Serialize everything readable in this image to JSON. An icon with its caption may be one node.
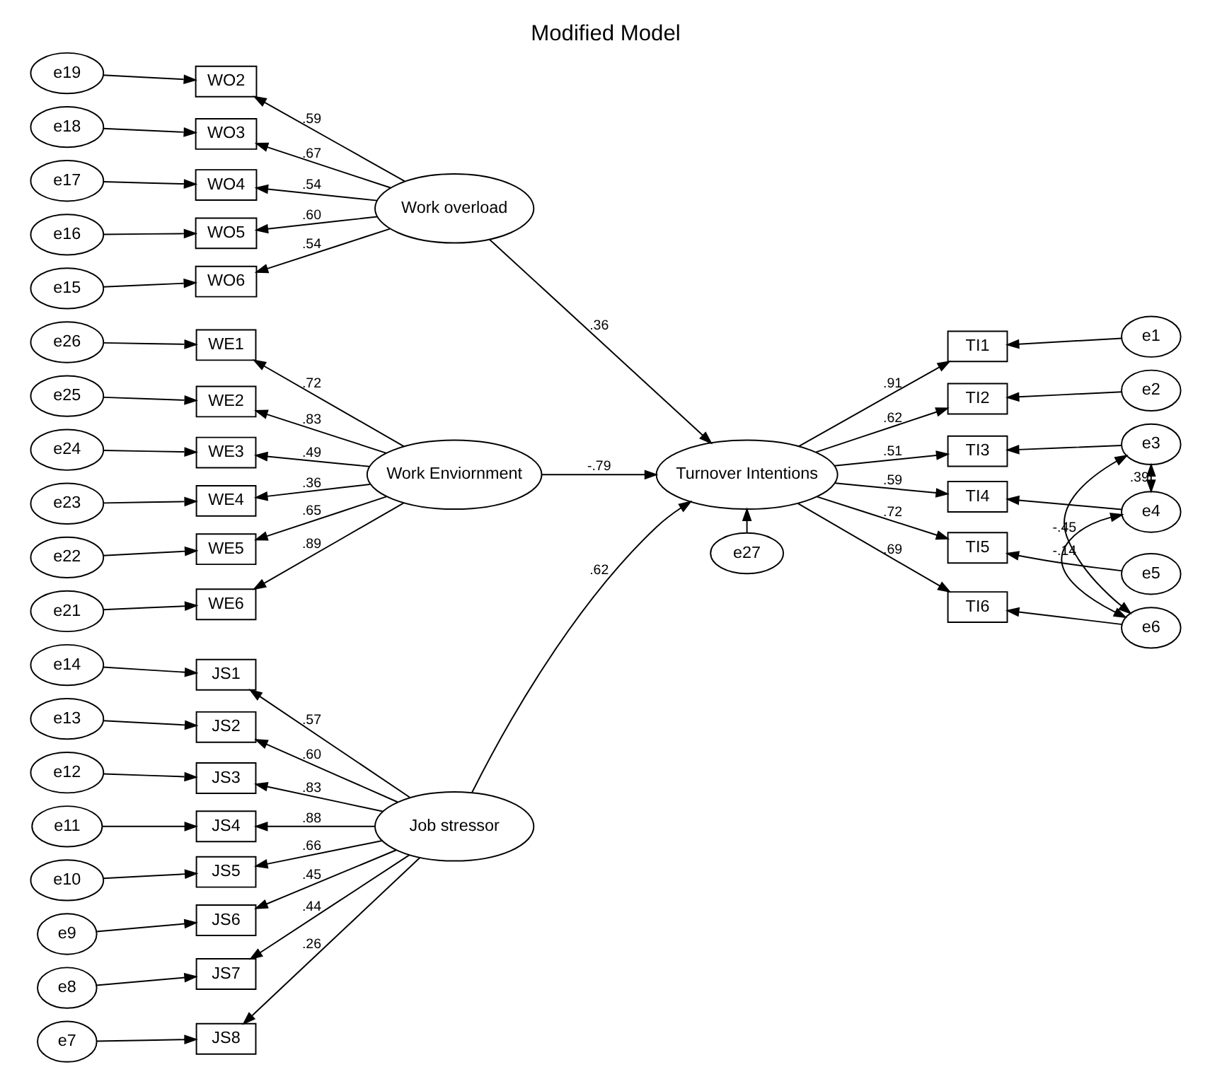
{
  "diagram": {
    "title": "Modified Model",
    "nodes": [
      {
        "text": [
          "Job stressor"
        ]
      },
      {
        "text": [
          "Work overload"
        ]
      },
      {
        "text": [
          "Work Enviornment"
        ]
      },
      {
        "text": [
          "Turnover Intentions"
        ]
      },
      {
        "text": [
          "e27"
        ]
      },
      {
        "text": [
          "JS1"
        ]
      },
      {
        "text": [
          "JS2"
        ]
      },
      {
        "text": [
          "JS3"
        ]
      },
      {
        "text": [
          "JS4"
        ]
      },
      {
        "text": [
          "JS5"
        ]
      },
      {
        "text": [
          "JS6"
        ]
      },
      {
        "text": [
          "JS7"
        ]
      },
      {
        "text": [
          "JS8"
        ]
      },
      {
        "text": [
          "e14"
        ]
      },
      {
        "text": [
          "e13"
        ]
      },
      {
        "text": [
          "e12"
        ]
      },
      {
        "text": [
          "e11"
        ]
      },
      {
        "text": [
          "e10"
        ]
      },
      {
        "text": [
          "e9"
        ]
      },
      {
        "text": [
          "e8"
        ]
      },
      {
        "text": [
          "e7"
        ]
      },
      {
        "text": [
          "WO2"
        ]
      },
      {
        "text": [
          "WO3"
        ]
      },
      {
        "text": [
          "WO4"
        ]
      },
      {
        "text": [
          "WO5"
        ]
      },
      {
        "text": [
          "WO6"
        ]
      },
      {
        "text": [
          "e19"
        ]
      },
      {
        "text": [
          "e18"
        ]
      },
      {
        "text": [
          "e17"
        ]
      },
      {
        "text": [
          "e16"
        ]
      },
      {
        "text": [
          "e15"
        ]
      },
      {
        "text": [
          "WE1"
        ]
      },
      {
        "text": [
          "WE2"
        ]
      },
      {
        "text": [
          "WE3"
        ]
      },
      {
        "text": [
          "WE4"
        ]
      },
      {
        "text": [
          "WE5"
        ]
      },
      {
        "text": [
          "WE6"
        ]
      },
      {
        "text": [
          "e26"
        ]
      },
      {
        "text": [
          "e25"
        ]
      },
      {
        "text": [
          "e24"
        ]
      },
      {
        "text": [
          "e23"
        ]
      },
      {
        "text": [
          "e22"
        ]
      },
      {
        "text": [
          "e21"
        ]
      },
      {
        "text": [
          "TI1"
        ]
      },
      {
        "text": [
          "TI2"
        ]
      },
      {
        "text": [
          "TI3"
        ]
      },
      {
        "text": [
          "TI4"
        ]
      },
      {
        "text": [
          "TI5"
        ]
      },
      {
        "text": [
          "TI6"
        ]
      },
      {
        "text": [
          "e1"
        ]
      },
      {
        "text": [
          "e2"
        ]
      },
      {
        "text": [
          "e3"
        ]
      },
      {
        "text": [
          "e4"
        ]
      },
      {
        "text": [
          "e5"
        ]
      },
      {
        "text": [
          "e6"
        ]
      }
    ],
    "edges": [
      {
        "from": 0,
        "to": 5,
        "arrow": "to",
        "label": ".57"
      },
      {
        "from": 0,
        "to": 6,
        "arrow": "to",
        "label": ".60"
      },
      {
        "from": 0,
        "to": 7,
        "arrow": "to",
        "label": ".83"
      },
      {
        "from": 0,
        "to": 8,
        "arrow": "to",
        "label": ".88"
      },
      {
        "from": 0,
        "to": 9,
        "arrow": "to",
        "label": ".66"
      },
      {
        "from": 0,
        "to": 10,
        "arrow": "to",
        "label": ".45"
      },
      {
        "from": 0,
        "to": 11,
        "arrow": "to",
        "label": ".44"
      },
      {
        "from": 0,
        "to": 12,
        "arrow": "to",
        "label": ".26"
      },
      {
        "from": 13,
        "to": 5,
        "arrow": "to"
      },
      {
        "from": 14,
        "to": 6,
        "arrow": "to"
      },
      {
        "from": 15,
        "to": 7,
        "arrow": "to"
      },
      {
        "from": 16,
        "to": 8,
        "arrow": "to"
      },
      {
        "from": 17,
        "to": 9,
        "arrow": "to"
      },
      {
        "from": 18,
        "to": 10,
        "arrow": "to"
      },
      {
        "from": 19,
        "to": 11,
        "arrow": "to"
      },
      {
        "from": 20,
        "to": 12,
        "arrow": "to"
      },
      {
        "from": 1,
        "to": 21,
        "arrow": "to",
        "label": ".59"
      },
      {
        "from": 1,
        "to": 22,
        "arrow": "to",
        "label": ".67"
      },
      {
        "from": 1,
        "to": 23,
        "arrow": "to",
        "label": ".54"
      },
      {
        "from": 1,
        "to": 24,
        "arrow": "to",
        "label": ".60"
      },
      {
        "from": 1,
        "to": 25,
        "arrow": "to",
        "label": ".54"
      },
      {
        "from": 26,
        "to": 21,
        "arrow": "to"
      },
      {
        "from": 27,
        "to": 22,
        "arrow": "to"
      },
      {
        "from": 28,
        "to": 23,
        "arrow": "to"
      },
      {
        "from": 29,
        "to": 24,
        "arrow": "to"
      },
      {
        "from": 30,
        "to": 25,
        "arrow": "to"
      },
      {
        "from": 2,
        "to": 31,
        "arrow": "to",
        "label": ".72"
      },
      {
        "from": 2,
        "to": 32,
        "arrow": "to",
        "label": ".83"
      },
      {
        "from": 2,
        "to": 33,
        "arrow": "to",
        "label": ".49"
      },
      {
        "from": 2,
        "to": 34,
        "arrow": "to",
        "label": ".36"
      },
      {
        "from": 2,
        "to": 35,
        "arrow": "to",
        "label": ".65"
      },
      {
        "from": 2,
        "to": 36,
        "arrow": "to",
        "label": ".89"
      },
      {
        "from": 37,
        "to": 31,
        "arrow": "to"
      },
      {
        "from": 38,
        "to": 32,
        "arrow": "to"
      },
      {
        "from": 39,
        "to": 33,
        "arrow": "to"
      },
      {
        "from": 40,
        "to": 34,
        "arrow": "to"
      },
      {
        "from": 41,
        "to": 35,
        "arrow": "to"
      },
      {
        "from": 42,
        "to": 36,
        "arrow": "to"
      },
      {
        "from": 0,
        "to": 3,
        "arrow": "to",
        "label": ".62"
      },
      {
        "from": 1,
        "to": 3,
        "arrow": "to",
        "label": ".36"
      },
      {
        "from": 2,
        "to": 3,
        "arrow": "to",
        "label": "-.79"
      },
      {
        "from": 4,
        "to": 3,
        "arrow": "to"
      },
      {
        "from": 3,
        "to": 43,
        "arrow": "to",
        "label": ".91"
      },
      {
        "from": 3,
        "to": 44,
        "arrow": "to",
        "label": ".62"
      },
      {
        "from": 3,
        "to": 45,
        "arrow": "to",
        "label": ".51"
      },
      {
        "from": 3,
        "to": 46,
        "arrow": "to",
        "label": ".59"
      },
      {
        "from": 3,
        "to": 47,
        "arrow": "to",
        "label": ".72"
      },
      {
        "from": 3,
        "to": 48,
        "arrow": "to",
        "label": ".69"
      },
      {
        "from": 49,
        "to": 43,
        "arrow": "to"
      },
      {
        "from": 50,
        "to": 44,
        "arrow": "to"
      },
      {
        "from": 51,
        "to": 45,
        "arrow": "to"
      },
      {
        "from": 52,
        "to": 46,
        "arrow": "to"
      },
      {
        "from": 53,
        "to": 47,
        "arrow": "to"
      },
      {
        "from": 54,
        "to": 48,
        "arrow": "to"
      },
      {
        "from": 51,
        "to": 52,
        "arrow": "both",
        "label": ".39"
      },
      {
        "from": 51,
        "to": 54,
        "arrow": "both",
        "label": "-.45"
      },
      {
        "from": 52,
        "to": 54,
        "arrow": "both",
        "label": "-.14"
      }
    ]
  }
}
